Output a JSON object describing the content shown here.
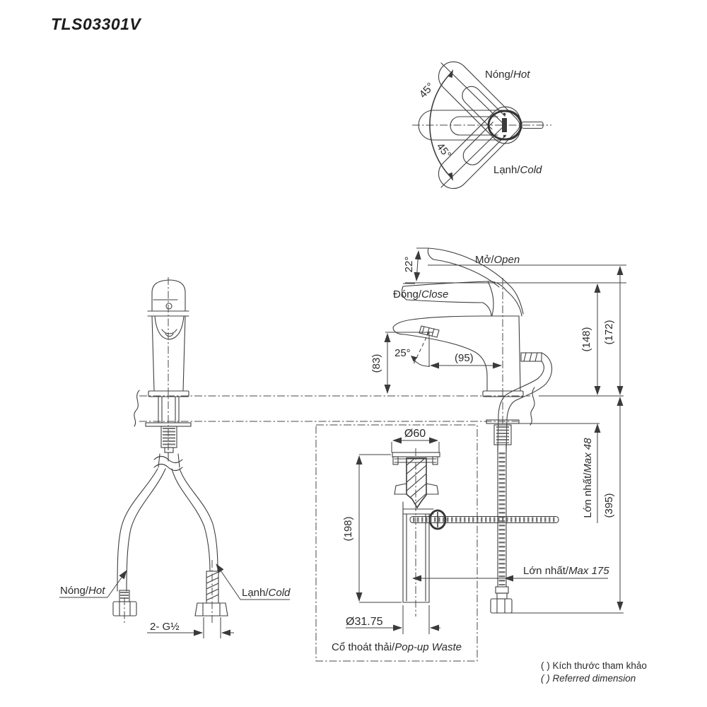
{
  "title": "TLS03301V",
  "handle_view": {
    "hot": {
      "vi": "Nóng/",
      "en": "Hot"
    },
    "cold": {
      "vi": "Lạnh/",
      "en": "Cold"
    },
    "angle_up": "45°",
    "angle_down": "45°"
  },
  "side_view": {
    "open": {
      "vi": "Mở/",
      "en": "Open"
    },
    "close": {
      "vi": "Đóng/",
      "en": "Close"
    },
    "open_angle": "22°",
    "spout_angle": "25°",
    "reach": "(95)",
    "spout_height": "(83)",
    "closed_height": "(148)",
    "open_height": "(172)"
  },
  "installation": {
    "deck_max": {
      "vi": "Lớn nhất/",
      "en": "Max 48"
    },
    "total_depth": "(395)",
    "rod_max": {
      "vi": "Lớn nhất/",
      "en": "Max 175"
    }
  },
  "popup_waste": {
    "flange_dia": "Ø60",
    "length": "(198)",
    "pipe_dia": "Ø31.75",
    "caption": {
      "vi": "Cổ thoát thải/",
      "en": "Pop-up Waste"
    }
  },
  "supply": {
    "hot": {
      "vi": "Nóng/",
      "en": "Hot"
    },
    "cold": {
      "vi": "Lạnh/",
      "en": "Cold"
    },
    "thread": "2- G½"
  },
  "footnote": {
    "vi": "( ) Kích thước tham khảo",
    "en": "( ) Referred dimension"
  }
}
